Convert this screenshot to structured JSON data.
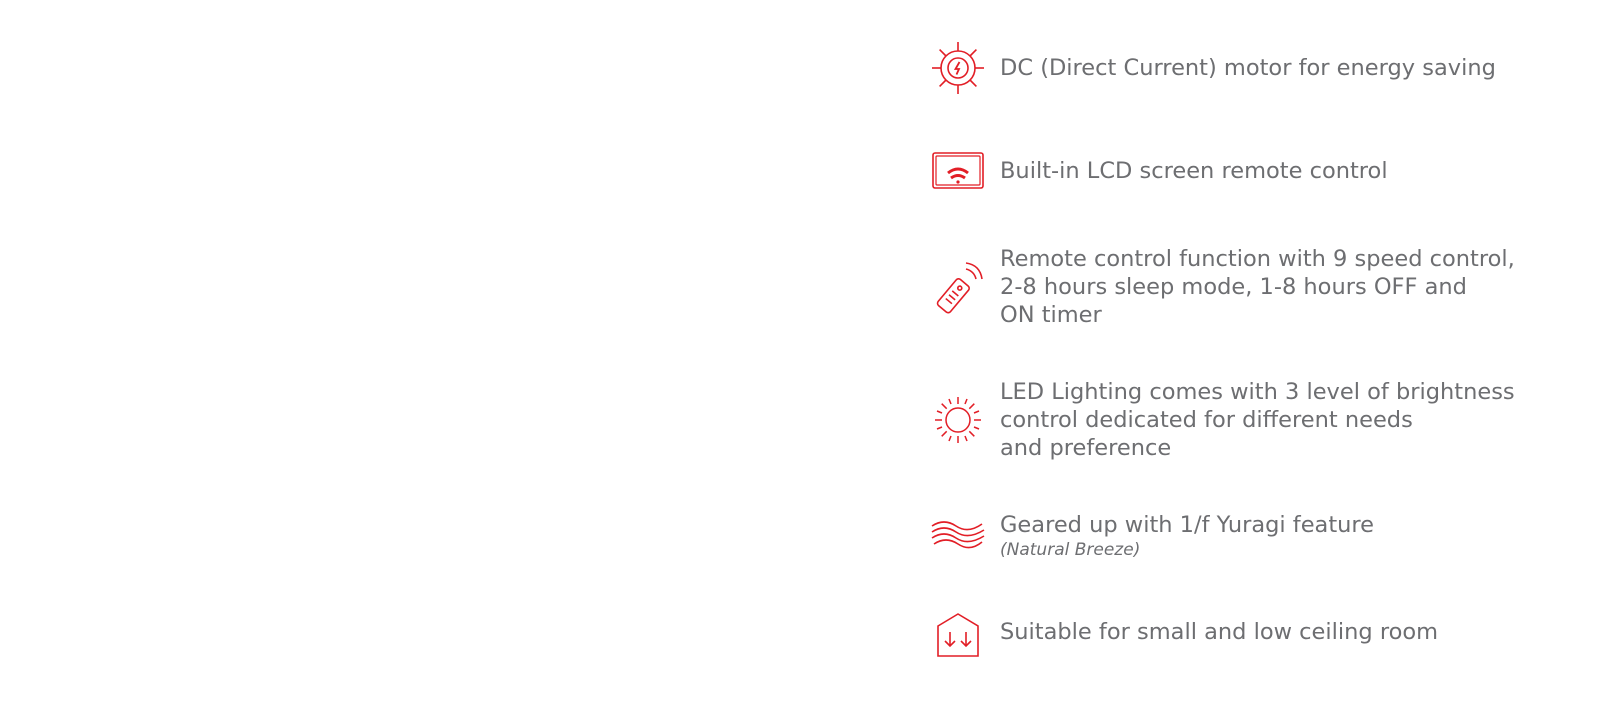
{
  "accent_color": "#e21e26",
  "text_color": "#6d6e71",
  "features": [
    {
      "icon": "gear-icon",
      "lines": [
        "DC (Direct Current) motor for energy saving"
      ]
    },
    {
      "icon": "lcd-remote-icon",
      "lines": [
        "Built-in LCD screen remote control"
      ]
    },
    {
      "icon": "remote-control-icon",
      "lines": [
        "Remote control function with 9 speed control,",
        "2-8 hours sleep mode, 1-8 hours OFF and",
        "ON timer"
      ]
    },
    {
      "icon": "sun-icon",
      "lines": [
        "LED Lighting comes with 3 level of brightness",
        "control dedicated for different needs",
        "and preference"
      ]
    },
    {
      "icon": "breeze-icon",
      "lines": [
        "Geared up with 1/f Yuragi feature"
      ],
      "sub": "(Natural Breeze)"
    },
    {
      "icon": "low-ceiling-icon",
      "lines": [
        "Suitable for small and low ceiling room"
      ]
    }
  ]
}
